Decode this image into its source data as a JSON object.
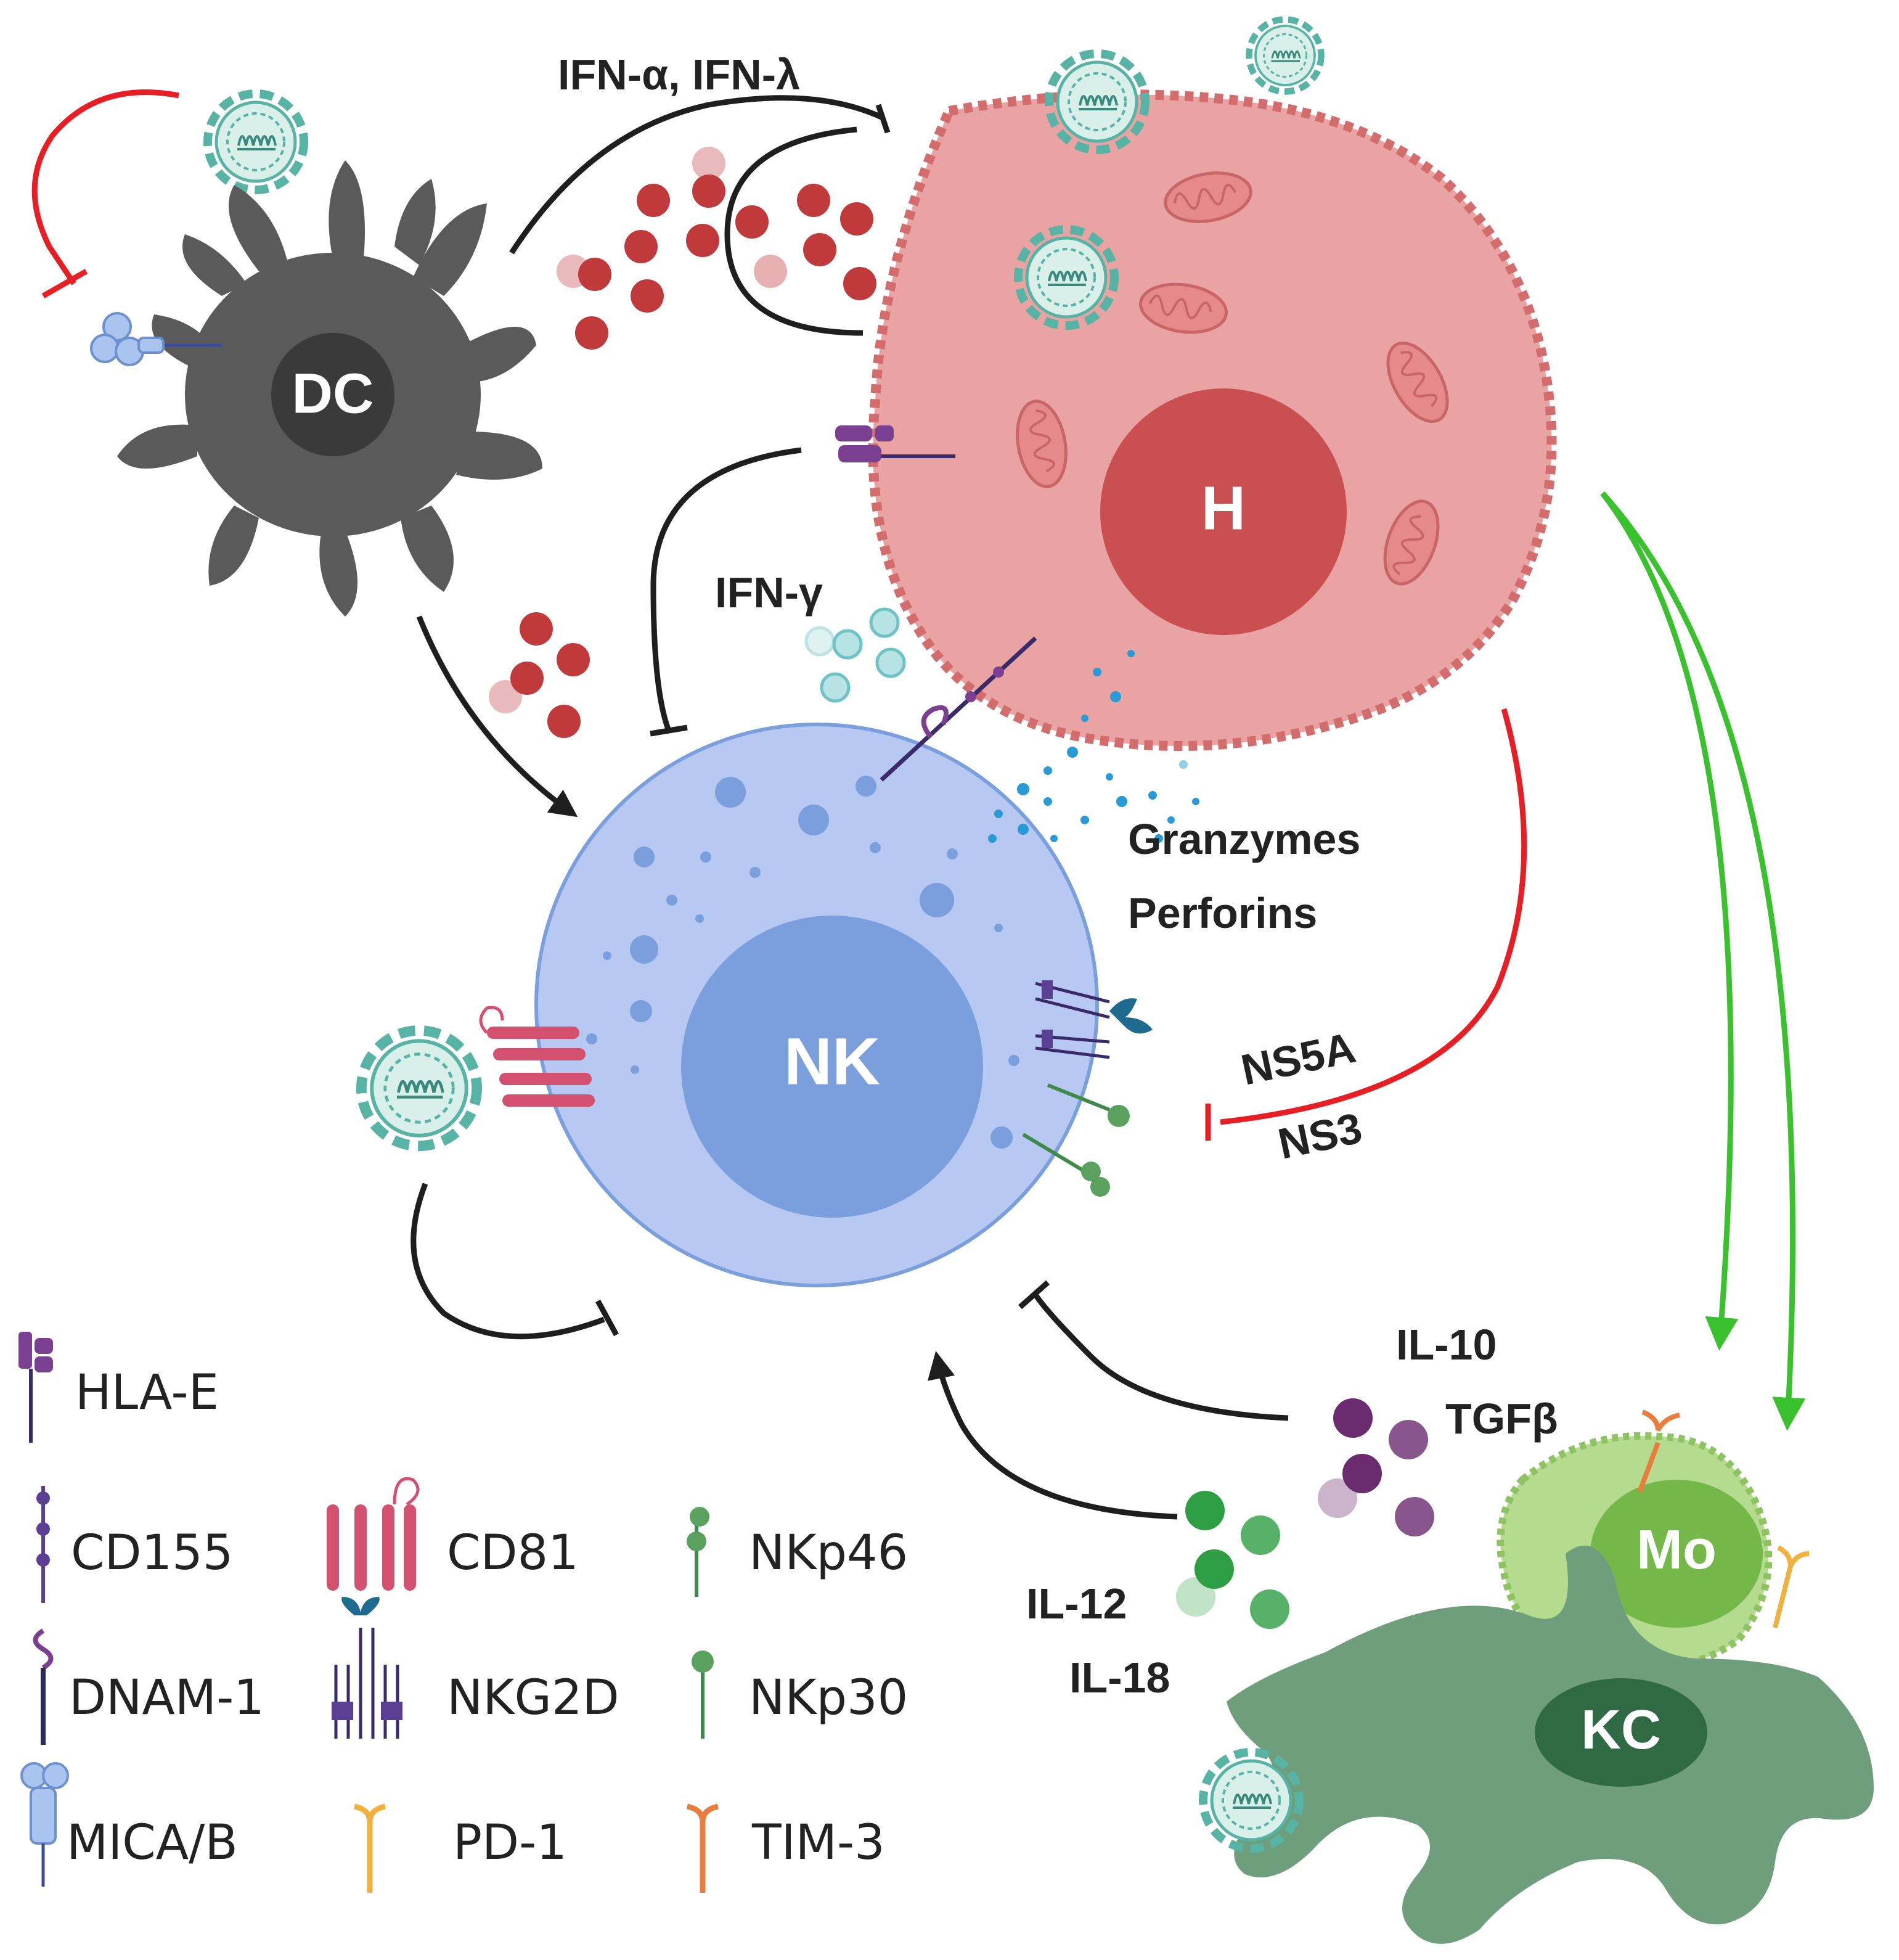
{
  "cells": {
    "dc": "DC",
    "hepatocyte": "H",
    "nk": "NK",
    "monocyte": "Mo",
    "kupffer": "KC"
  },
  "labels": {
    "ifn_type1_3": "IFN-α, IFN-λ",
    "ifn_gamma": "IFN-γ",
    "granzymes": "Granzymes",
    "perforins": "Perforins",
    "ns5a": "NS5A",
    "ns3": "NS3",
    "il10": "IL-10",
    "tgfb": "TGFβ",
    "il12": "IL-12",
    "il18": "IL-18"
  },
  "legend": [
    {
      "label": "HLA-E",
      "icon": "hla-e-icon"
    },
    {
      "label": "CD155",
      "icon": "cd155-icon"
    },
    {
      "label": "CD81",
      "icon": "cd81-icon"
    },
    {
      "label": "NKp46",
      "icon": "nkp46-icon"
    },
    {
      "label": "DNAM-1",
      "icon": "dnam1-icon"
    },
    {
      "label": "NKG2D",
      "icon": "nkg2d-icon"
    },
    {
      "label": "NKp30",
      "icon": "nkp30-icon"
    },
    {
      "label": "MICA/B",
      "icon": "mica-b-icon"
    },
    {
      "label": "PD-1",
      "icon": "pd1-icon"
    },
    {
      "label": "TIM-3",
      "icon": "tim3-icon"
    }
  ],
  "colors": {
    "dc": "#5a5a5a",
    "hepatocyte": "#eaa3a3",
    "hepatocyte_nucleus": "#c94f50",
    "nk": "#b7c9f2",
    "nk_nucleus": "#7b9fdc",
    "kupffer": "#6f9e7c",
    "monocyte": "#9fcf6e",
    "virus": "#57b3a3",
    "inhibit_red": "#e81e25",
    "activate_green": "#39c12e",
    "arrow_black": "#1e1e1e"
  }
}
